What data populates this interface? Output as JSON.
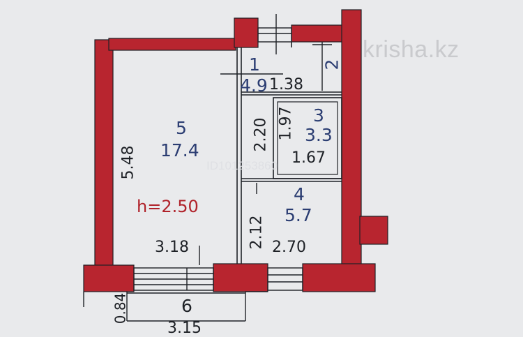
{
  "watermark": {
    "brand": "krisha.kz",
    "listing_id": "ID101253860"
  },
  "colors": {
    "wall": "#b8252f",
    "line": "#1e2126",
    "label_blue": "#2b3d72",
    "height_red": "#b0222a",
    "background": "#e9eaec"
  },
  "ceiling_height": "h=2.50",
  "rooms": [
    {
      "number": "1",
      "area": "4.9"
    },
    {
      "number": "2",
      "area": ""
    },
    {
      "number": "3",
      "area": "3.3"
    },
    {
      "number": "4",
      "area": "5.7"
    },
    {
      "number": "5",
      "area": "17.4"
    },
    {
      "number": "6",
      "area": ""
    }
  ],
  "dimensions": {
    "room5_height": "5.48",
    "room5_width": "3.18",
    "room4_width": "2.70",
    "room4_height": "2.12",
    "corridor_height": "2.20",
    "room1_width": "1.38",
    "room3_height": "1.97",
    "room3_width": "1.67",
    "balcony_depth": "0.84",
    "balcony_width": "3.15"
  }
}
